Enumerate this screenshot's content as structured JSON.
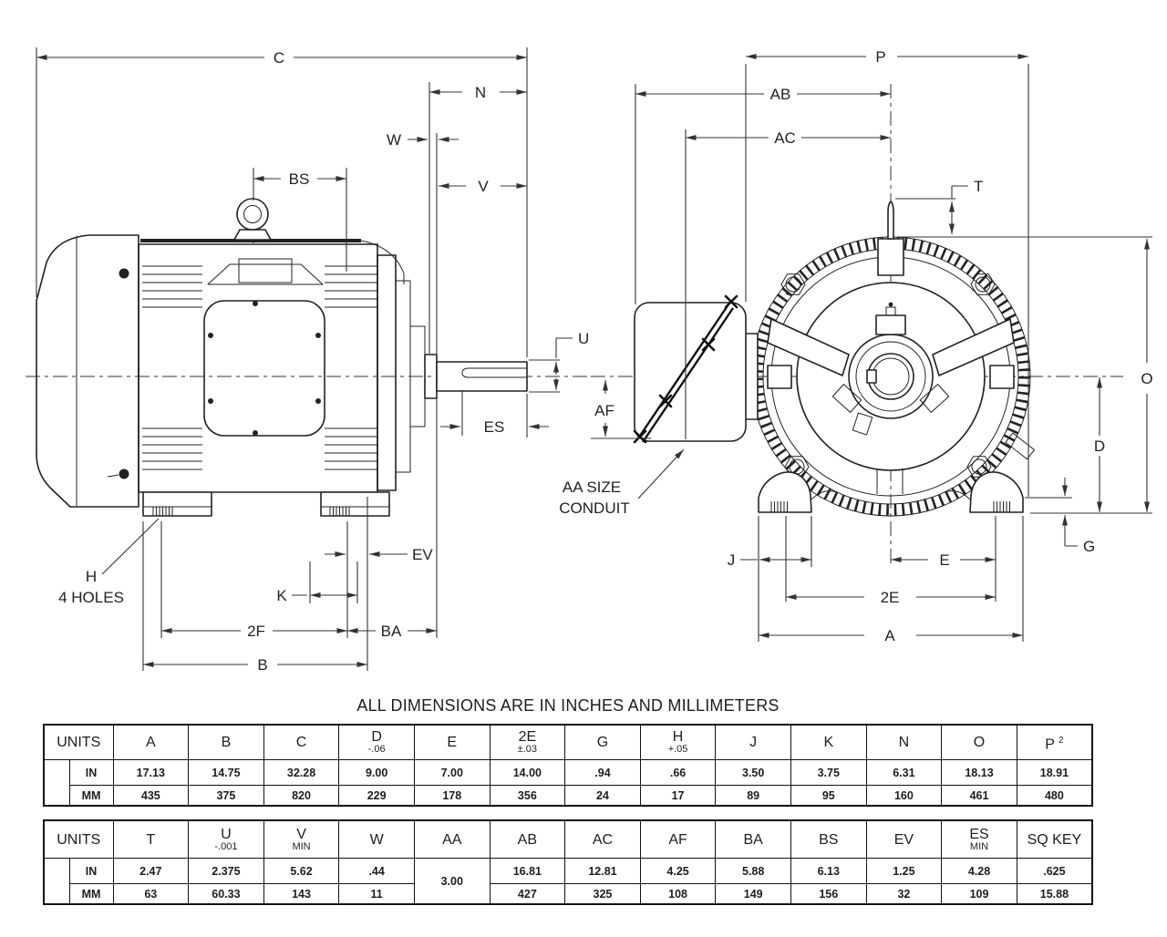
{
  "title": "ALL DIMENSIONS ARE IN INCHES AND MILLIMETERS",
  "side_view": {
    "c": "C",
    "n": "N",
    "w": "W",
    "bs": "BS",
    "v": "V",
    "u": "U",
    "es": "ES",
    "ev": "EV",
    "k": "K",
    "f2": "2F",
    "ba": "BA",
    "b": "B",
    "h": "H",
    "h_note": "4 HOLES"
  },
  "end_view": {
    "p": "P",
    "ab": "AB",
    "ac": "AC",
    "t": "T",
    "o": "O",
    "d": "D",
    "g": "G",
    "af": "AF",
    "conduit_line1": "AA SIZE",
    "conduit_line2": "CONDUIT",
    "j": "J",
    "e": "E",
    "two_e": "2E",
    "a": "A"
  },
  "table1": {
    "units_label": "UNITS",
    "in_label": "IN",
    "mm_label": "MM",
    "cols": [
      {
        "h": "A",
        "in": "17.13",
        "mm": "435"
      },
      {
        "h": "B",
        "in": "14.75",
        "mm": "375"
      },
      {
        "h": "C",
        "in": "32.28",
        "mm": "820"
      },
      {
        "h": "D",
        "sub": "-.06",
        "in": "9.00",
        "mm": "229"
      },
      {
        "h": "E",
        "in": "7.00",
        "mm": "178"
      },
      {
        "h": "2E",
        "sub": "±.03",
        "in": "14.00",
        "mm": "356"
      },
      {
        "h": "G",
        "in": ".94",
        "mm": "24"
      },
      {
        "h": "H",
        "sub": "+.05",
        "in": ".66",
        "mm": "17"
      },
      {
        "h": "J",
        "in": "3.50",
        "mm": "89"
      },
      {
        "h": "K",
        "in": "3.75",
        "mm": "95"
      },
      {
        "h": "N",
        "in": "6.31",
        "mm": "160"
      },
      {
        "h": "O",
        "in": "18.13",
        "mm": "461"
      },
      {
        "h": "P",
        "sup": "2",
        "in": "18.91",
        "mm": "480"
      }
    ]
  },
  "table2": {
    "units_label": "UNITS",
    "in_label": "IN",
    "mm_label": "MM",
    "cols": [
      {
        "h": "T",
        "in": "2.47",
        "mm": "63"
      },
      {
        "h": "U",
        "sub": "-.001",
        "in": "2.375",
        "mm": "60.33"
      },
      {
        "h": "V",
        "sub": "MIN",
        "in": "5.62",
        "mm": "143"
      },
      {
        "h": "W",
        "in": ".44",
        "mm": "11"
      },
      {
        "h": "AA",
        "merged": "3.00"
      },
      {
        "h": "AB",
        "in": "16.81",
        "mm": "427"
      },
      {
        "h": "AC",
        "in": "12.81",
        "mm": "325"
      },
      {
        "h": "AF",
        "in": "4.25",
        "mm": "108"
      },
      {
        "h": "BA",
        "in": "5.88",
        "mm": "149"
      },
      {
        "h": "BS",
        "in": "6.13",
        "mm": "156"
      },
      {
        "h": "EV",
        "in": "1.25",
        "mm": "32"
      },
      {
        "h": "ES",
        "sub": "MIN",
        "in": "4.28",
        "mm": "109"
      },
      {
        "h": "SQ KEY",
        "in": ".625",
        "mm": "15.88"
      }
    ]
  }
}
